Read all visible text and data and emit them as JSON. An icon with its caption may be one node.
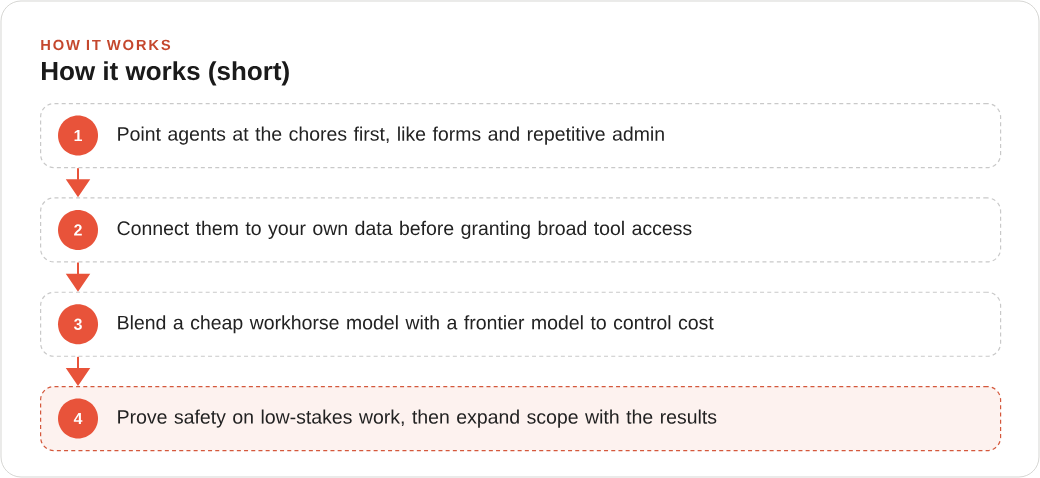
{
  "diagram": {
    "title": "How it works (short)",
    "nodes": [
      {
        "text": [
          "Point agents at the chores first, like forms and repetitive admin"
        ]
      },
      {
        "text": [
          "1"
        ],
        "in": 0
      },
      {
        "text": [
          "Connect them to your own data before granting broad tool access"
        ]
      },
      {
        "text": [
          "2"
        ],
        "in": 2
      },
      {
        "text": [
          "Blend a cheap workhorse model with a frontier model to control cost"
        ]
      },
      {
        "text": [
          "3"
        ],
        "in": 4
      },
      {
        "text": [
          "Prove safety on low-stakes work, then expand scope with the results"
        ]
      },
      {
        "text": [
          "4"
        ],
        "in": 6
      }
    ],
    "edges": [
      {
        "from": 0,
        "to": 2,
        "arrow": "to"
      },
      {
        "from": 2,
        "to": 4,
        "arrow": "to"
      },
      {
        "from": 4,
        "to": 6,
        "arrow": "to"
      }
    ],
    "labels": [
      "HOW IT WORKS"
    ]
  }
}
